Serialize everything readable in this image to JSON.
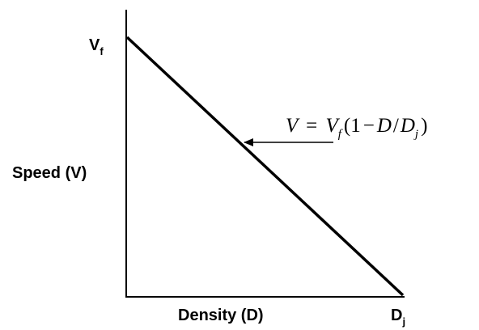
{
  "chart_data": {
    "type": "line",
    "xlabel": "Density (D)",
    "ylabel": "Speed (V)",
    "y_intercept_label": {
      "main": "V",
      "sub": "f"
    },
    "x_intercept_label": {
      "main": "D",
      "sub": "j"
    },
    "series": [
      {
        "x": [
          0,
          1
        ],
        "y": [
          1,
          0
        ]
      }
    ],
    "xlim": [
      0,
      1
    ],
    "ylim": [
      0,
      1
    ],
    "grid": false,
    "annotations": [
      {
        "text": "V = V_f (1 − D / D_j)",
        "parts": {
          "v": "V",
          "eq": "=",
          "vf": "V",
          "f": "f",
          "open": "(",
          "one": "1",
          "minus": "−",
          "d": "D",
          "slash": "/",
          "dj": "D",
          "j": "j",
          "close": ")"
        },
        "points_to": {
          "x": 0.43
        }
      }
    ]
  },
  "colors": {
    "line": "#000000",
    "axis": "#000000",
    "background": "#ffffff"
  }
}
